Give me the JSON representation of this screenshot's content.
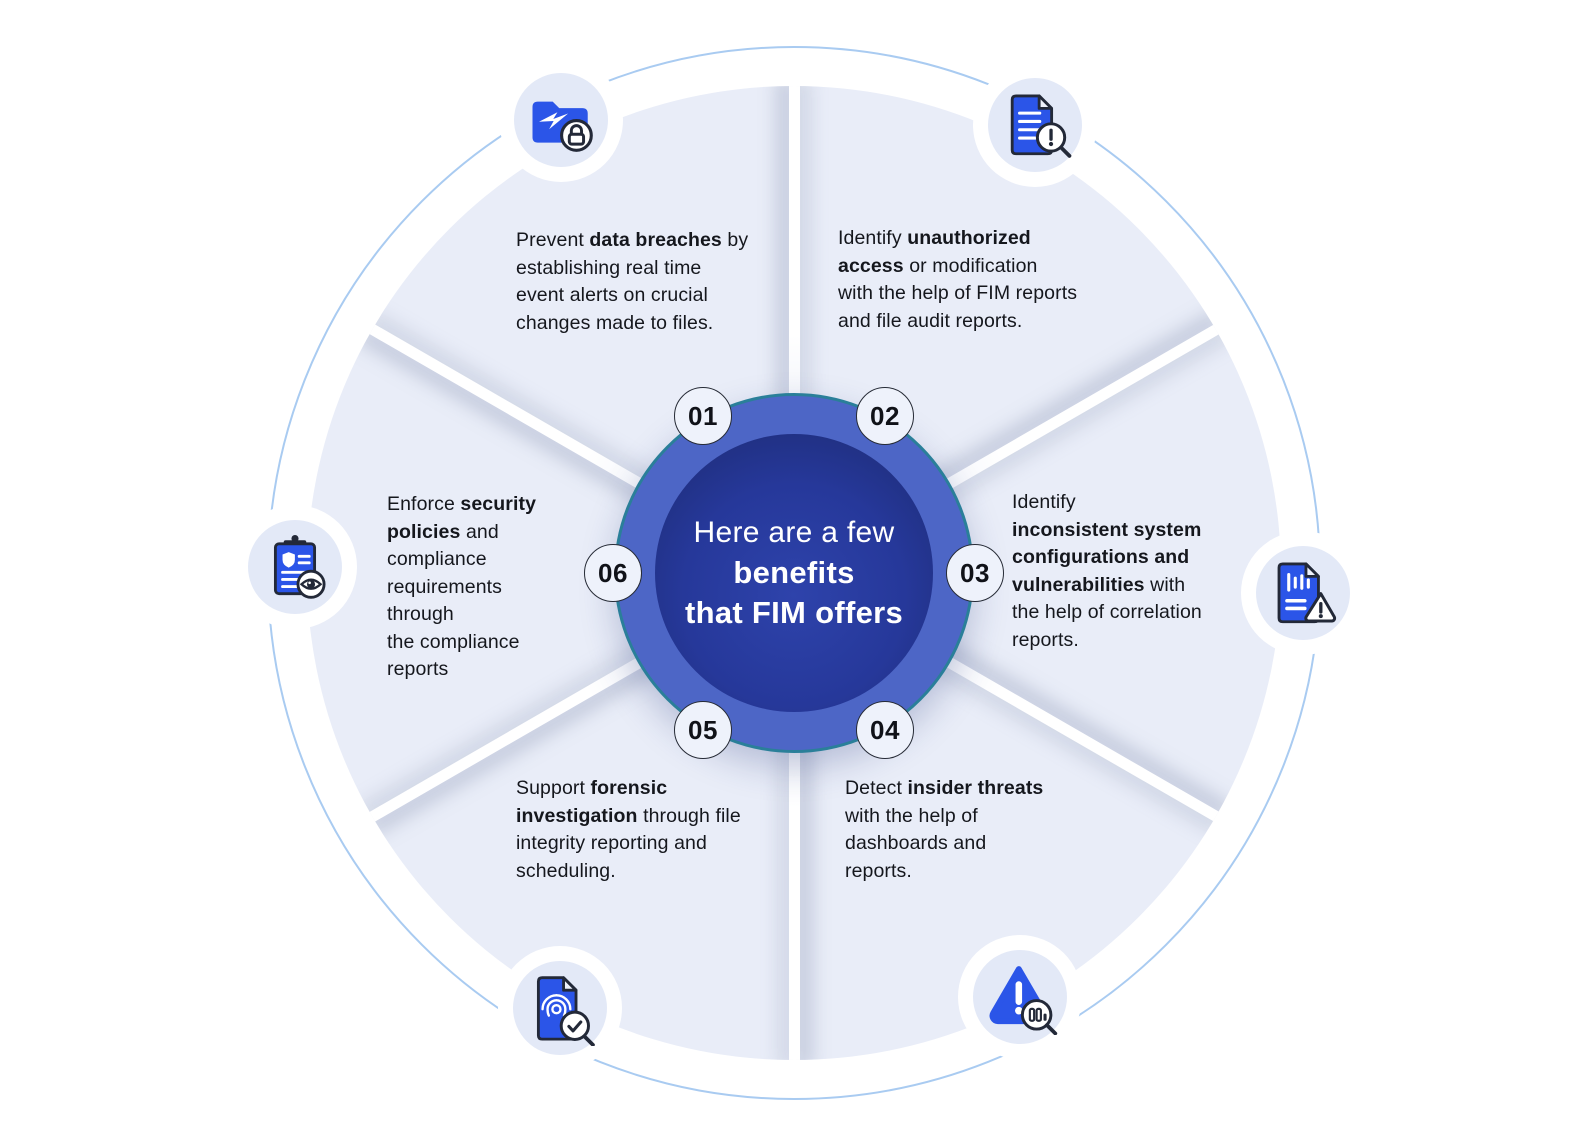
{
  "hub": {
    "line1": "Here are a few",
    "line2": "benefits",
    "line3": "that FIM offers"
  },
  "benefits": [
    {
      "number": "01",
      "icon": "breach-folder-lock-icon",
      "text": "Prevent **data breaches** by\nestablishing real time\nevent alerts on crucial\nchanges made to files."
    },
    {
      "number": "02",
      "icon": "audit-report-magnifier-icon",
      "text": "Identify **unauthorized**\n**access** or modification\nwith the help of FIM reports\nand file audit reports."
    },
    {
      "number": "03",
      "icon": "report-warning-icon",
      "text": "Identify\n**inconsistent system**\n**configurations and**\n**vulnerabilities** with\nthe help of correlation\nreports."
    },
    {
      "number": "04",
      "icon": "threat-alert-magnifier-icon",
      "text": "Detect **insider threats**\nwith the help of\ndashboards and\nreports."
    },
    {
      "number": "05",
      "icon": "fingerprint-document-icon",
      "text": "Support **forensic**\n**investigation** through file\nintegrity reporting and\nscheduling."
    },
    {
      "number": "06",
      "icon": "compliance-clipboard-eye-icon",
      "text": "Enforce **security**\n**policies** and\ncompliance\nrequirements\nthrough\nthe compliance\nreports"
    }
  ],
  "colors": {
    "hub_ring_blue": "#4d66c6",
    "hub_dark_blue": "#1c2a70",
    "teal_outline": "#2a7f99",
    "wheel_fill": "#e9edf8",
    "icon_blue": "#2b55e8",
    "icon_outline": "#232938",
    "outer_circle": "#a9cbf1",
    "text": "#15171d"
  }
}
